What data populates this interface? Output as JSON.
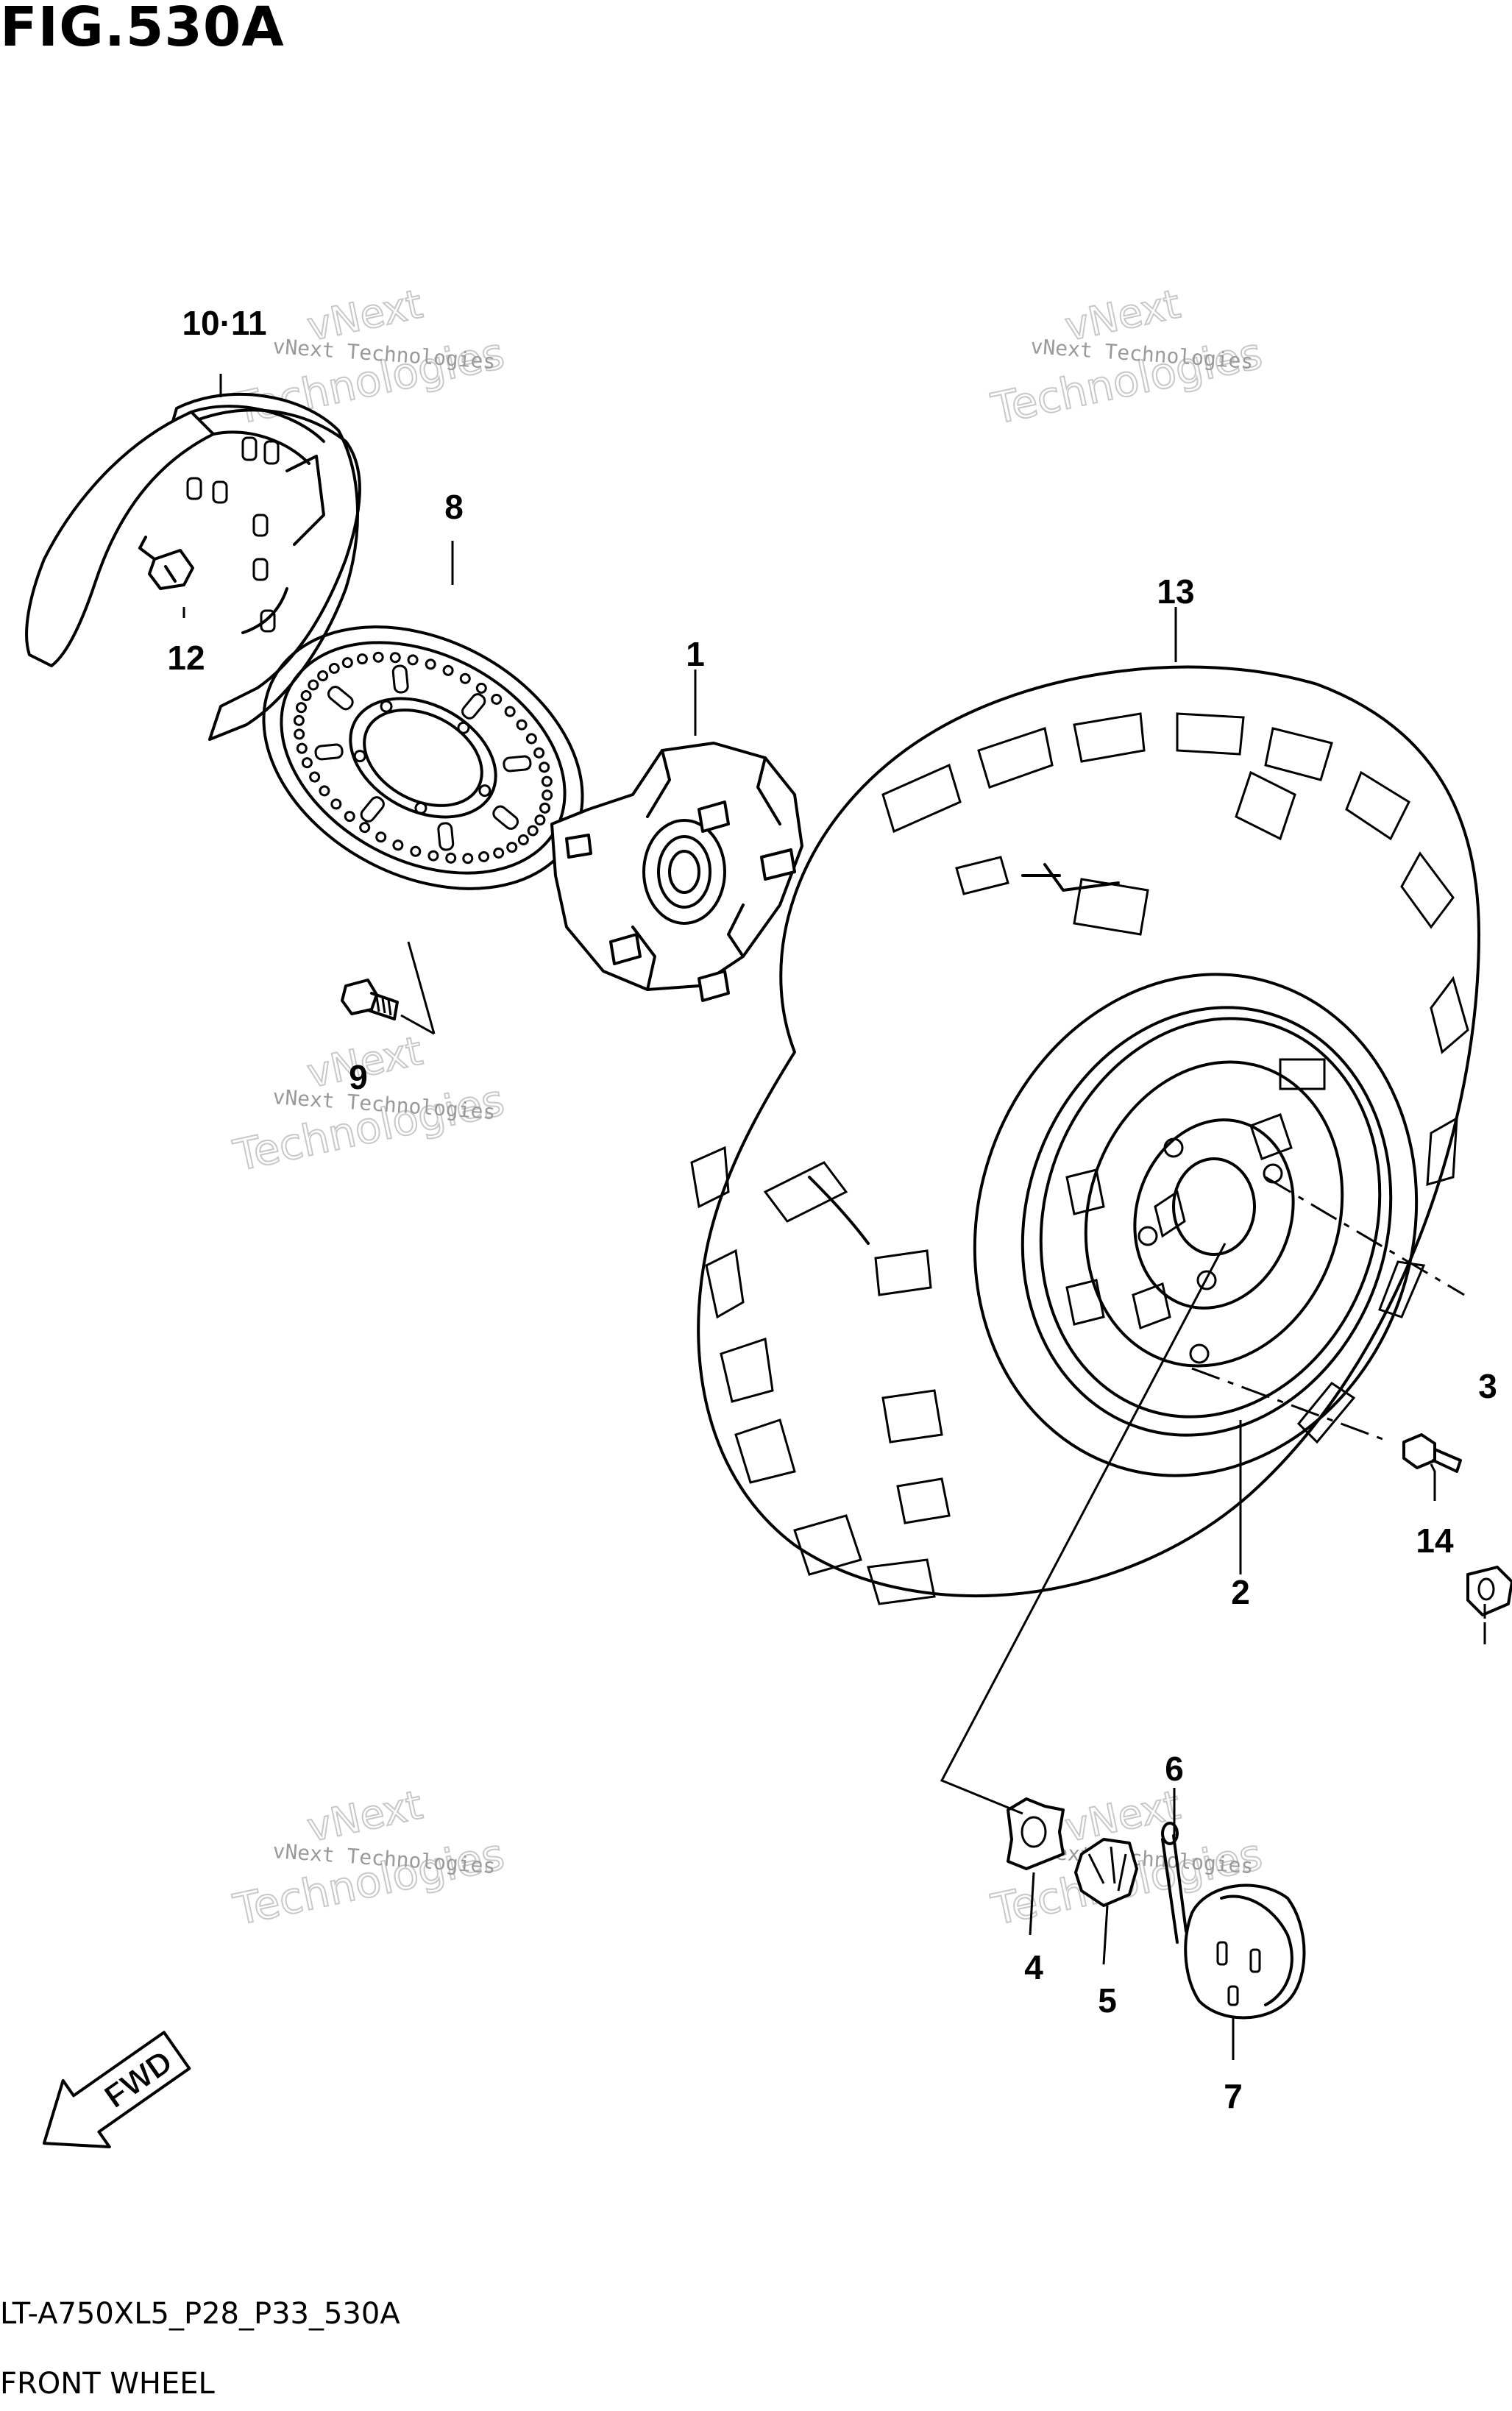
{
  "figure": {
    "title": "FIG.530A",
    "code": "LT-A750XL5_P28_P33_530A",
    "name": "FRONT WHEEL"
  },
  "fwd_label": "FWD",
  "watermark": {
    "small": "vNext Technologies",
    "large_top": "vNext",
    "large_bottom": "Technologies"
  },
  "callouts": [
    "1",
    "2",
    "3",
    "4",
    "5",
    "6",
    "7",
    "8",
    "9",
    "10·11",
    "12",
    "13",
    "14"
  ],
  "parts": [
    {
      "ref": "1",
      "icon": "wheel-hub-icon"
    },
    {
      "ref": "2",
      "icon": "wheel-rim-icon"
    },
    {
      "ref": "3",
      "icon": "wheel-nut-icon"
    },
    {
      "ref": "4",
      "icon": "washer-icon"
    },
    {
      "ref": "5",
      "icon": "castle-nut-icon"
    },
    {
      "ref": "6",
      "icon": "cotter-pin-icon"
    },
    {
      "ref": "7",
      "icon": "hub-cap-icon"
    },
    {
      "ref": "8",
      "icon": "brake-disc-icon"
    },
    {
      "ref": "9",
      "icon": "disc-bolt-icon"
    },
    {
      "ref": "10·11",
      "icon": "disc-cover-icon"
    },
    {
      "ref": "12",
      "icon": "cover-bolt-icon"
    },
    {
      "ref": "13",
      "icon": "tire-icon"
    },
    {
      "ref": "14",
      "icon": "air-valve-icon"
    }
  ]
}
